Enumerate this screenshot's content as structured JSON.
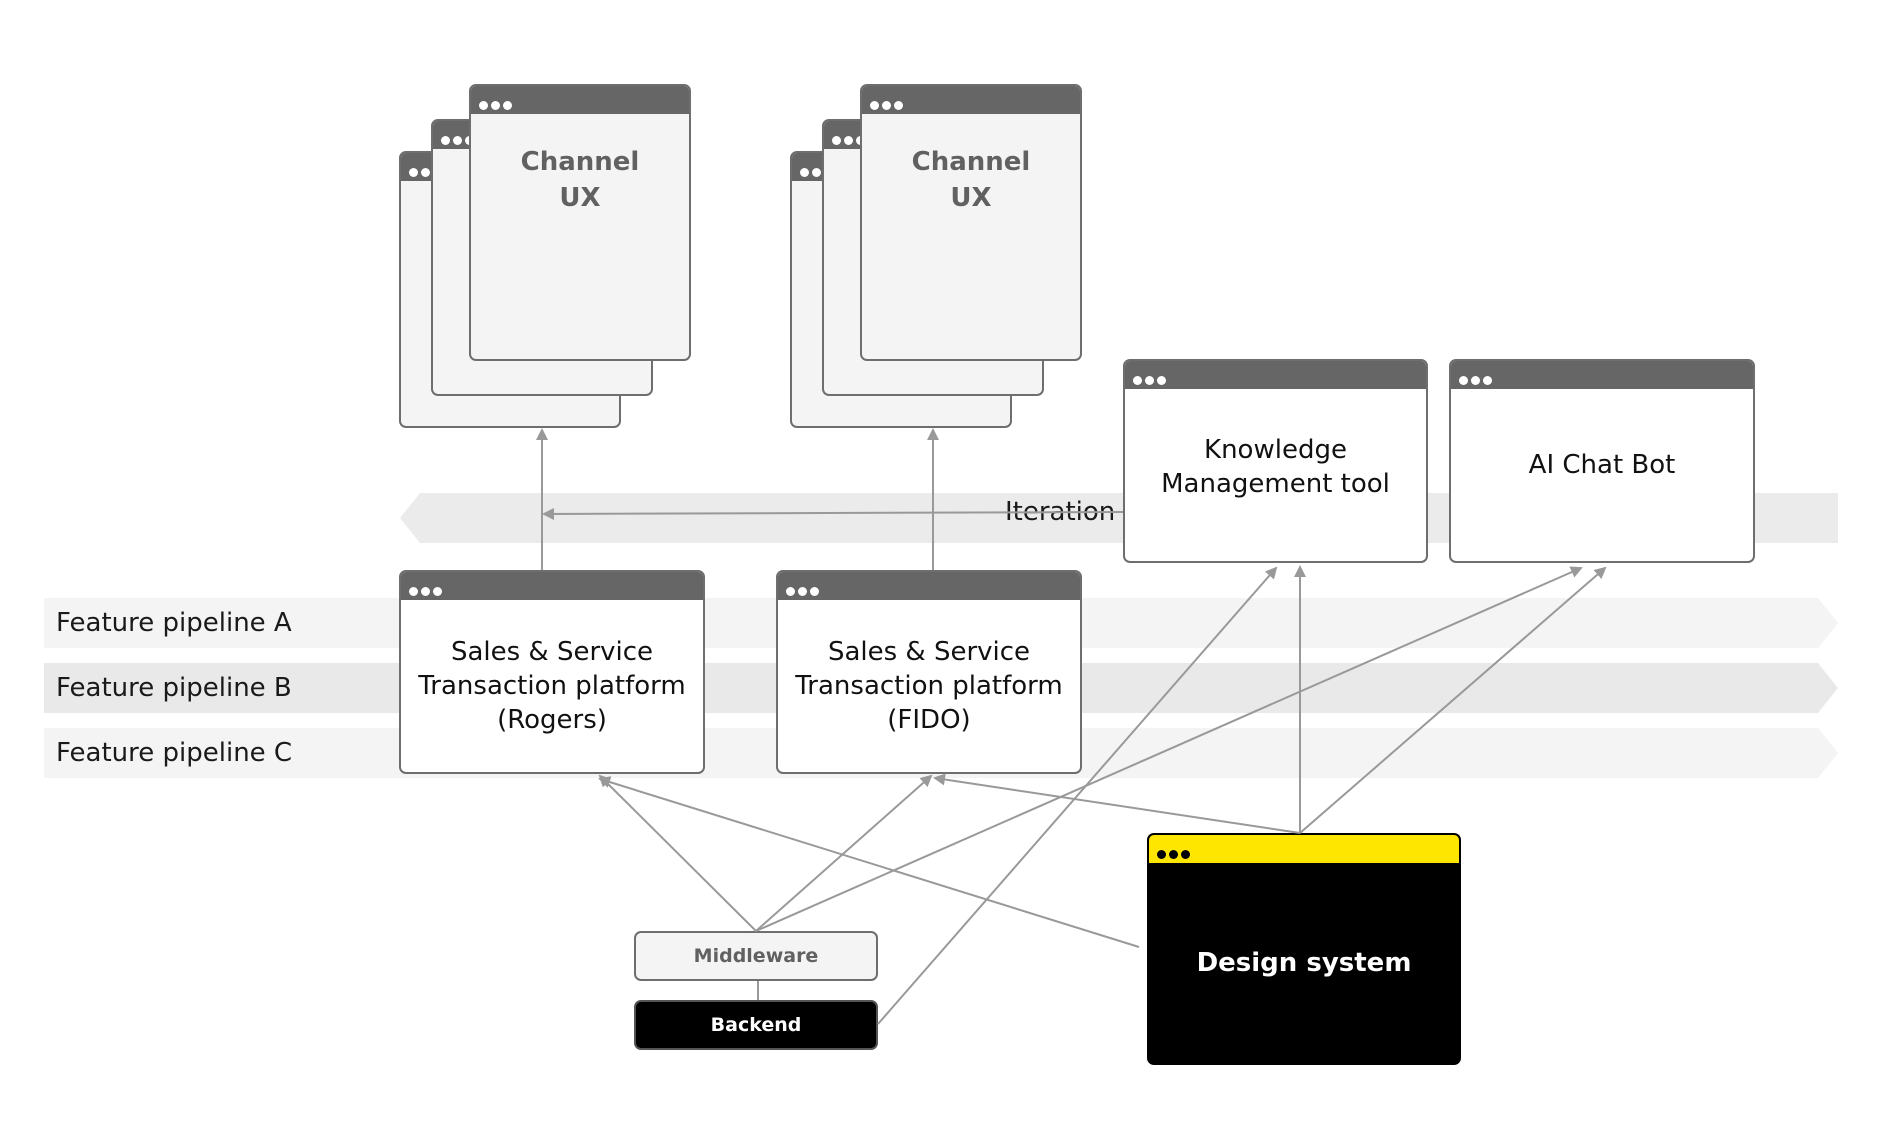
{
  "pipelines": {
    "a": "Feature pipeline A",
    "b": "Feature pipeline B",
    "c": "Feature pipeline C"
  },
  "iteration_label": "Iteration",
  "channel_ux_1": {
    "line1": "Channel",
    "line2": "UX"
  },
  "channel_ux_2": {
    "line1": "Channel",
    "line2": "UX"
  },
  "km_tool": {
    "line1": "Knowledge",
    "line2": "Management tool"
  },
  "chatbot": {
    "label": "AI Chat Bot"
  },
  "platform_rogers": {
    "line1": "Sales & Service",
    "line2": "Transaction platform",
    "line3": "(Rogers)"
  },
  "platform_fido": {
    "line1": "Sales & Service",
    "line2": "Transaction platform",
    "line3": "(FIDO)"
  },
  "middleware": "Middleware",
  "backend": "Backend",
  "design_system": "Design system",
  "colors": {
    "window_bar": "#666666",
    "window_border": "#6e6e6e",
    "arrow": "#999999",
    "band_light": "#f4f4f4",
    "band_mid": "#e9e9e9",
    "design_accent": "#ffe600",
    "design_body": "#000000"
  }
}
